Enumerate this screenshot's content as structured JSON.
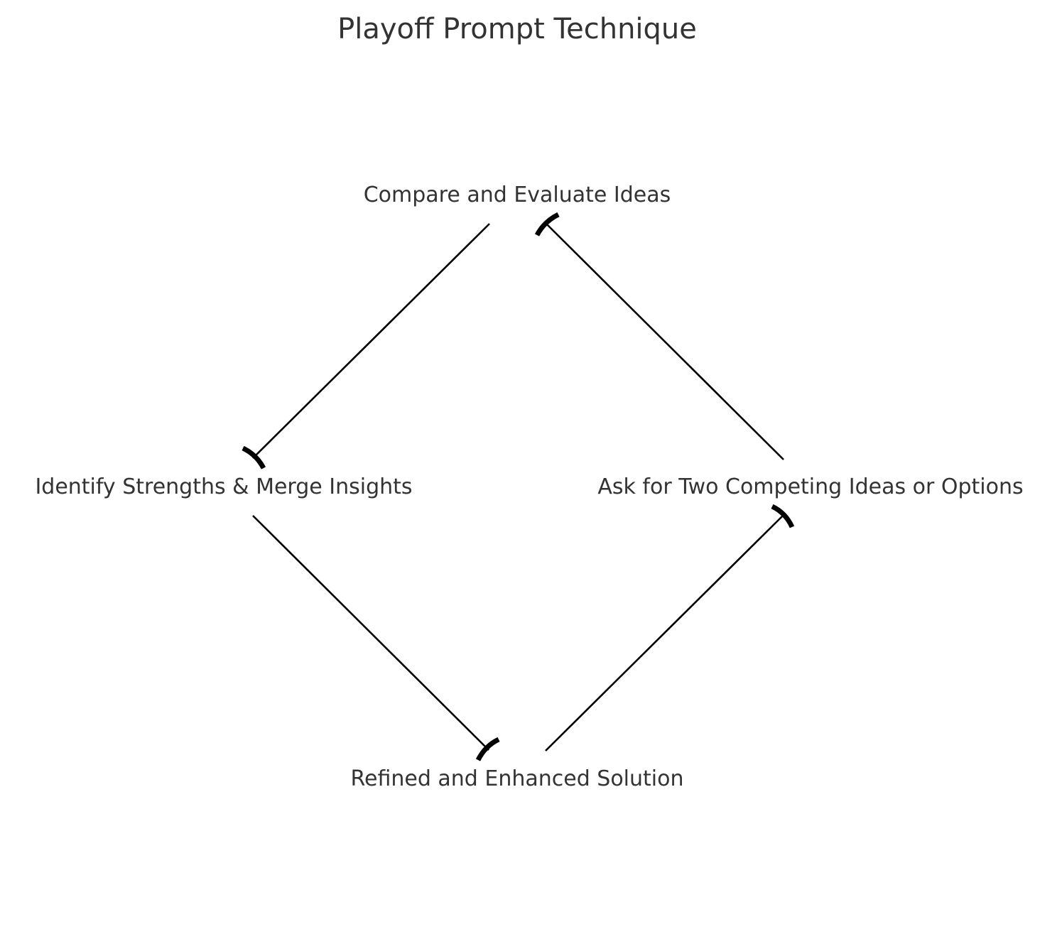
{
  "title": "Playoff Prompt Technique",
  "nodes": [
    {
      "id": "compare",
      "label": "Compare and Evaluate Ideas"
    },
    {
      "id": "identify",
      "label": "Identify Strengths & Merge Insights"
    },
    {
      "id": "ask",
      "label": "Ask for Two Competing Ideas or Options"
    },
    {
      "id": "refined",
      "label": "Refined and Enhanced Solution"
    }
  ],
  "edges": [
    {
      "from": "ask",
      "to": "compare"
    },
    {
      "from": "compare",
      "to": "identify"
    },
    {
      "from": "identify",
      "to": "refined"
    },
    {
      "from": "refined",
      "to": "ask"
    }
  ],
  "colors": {
    "text": "#333333",
    "edge": "#000000",
    "background": "#ffffff"
  }
}
